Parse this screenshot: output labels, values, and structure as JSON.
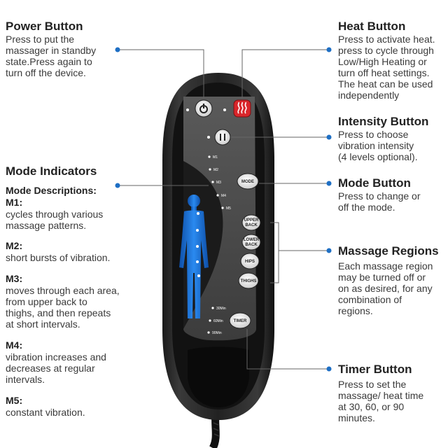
{
  "power": {
    "title": "Power Button",
    "desc": "Press to put the\nmassager in standby\nstate.Press again to\nturn off the device."
  },
  "heat": {
    "title": "Heat Button",
    "desc": "Press to activate heat.\npress to cycle through\nLow/High Heating or\nturn off heat settings.\nThe heat can be used\nindependently"
  },
  "intensity": {
    "title": "Intensity Button",
    "desc": "Press to choose\nvibration intensity\n(4 levels optional)."
  },
  "mode_indicators": {
    "title": "Mode Indicators",
    "subtitle": "Mode Descriptions:",
    "items": [
      {
        "name": "M1:",
        "desc": "cycles through various\nmassage patterns."
      },
      {
        "name": "M2:",
        "desc": "short bursts of vibration."
      },
      {
        "name": "M3:",
        "desc": "moves through each area,\nfrom upper back to\nthighs, and then repeats\nat short intervals."
      },
      {
        "name": "M4:",
        "desc": "vibration increases and\ndecreases at regular\nintervals."
      },
      {
        "name": "M5:",
        "desc": "constant vibration."
      }
    ]
  },
  "mode_button": {
    "title": "Mode Button",
    "desc": "Press to change or\noff the mode."
  },
  "regions": {
    "title": "Massage Regions",
    "desc": "Each massage region\nmay be turned off or\non as desired, for any\ncombination of\nregions."
  },
  "timer": {
    "title": "Timer Button",
    "desc": "Press to set the\nmassage/ heat time\nat 30, 60, or 90\nminutes."
  },
  "remote": {
    "mode_indicators": [
      "M1",
      "M2",
      "M3",
      "M4",
      "M5"
    ],
    "mode_btn": "MODE",
    "region_btns": [
      "UPPER\nBACK",
      "LOWER\nBACK",
      "HIPS",
      "THIGHS"
    ],
    "timer_btn": "TIMER",
    "timer_indicators": [
      "30Min",
      "60Min",
      "90Min"
    ],
    "colors": {
      "accent": "#1e6fc4",
      "heat": "#d9262b",
      "body_figure": "#1a6fd1",
      "panel": "#4a4a4a"
    }
  }
}
